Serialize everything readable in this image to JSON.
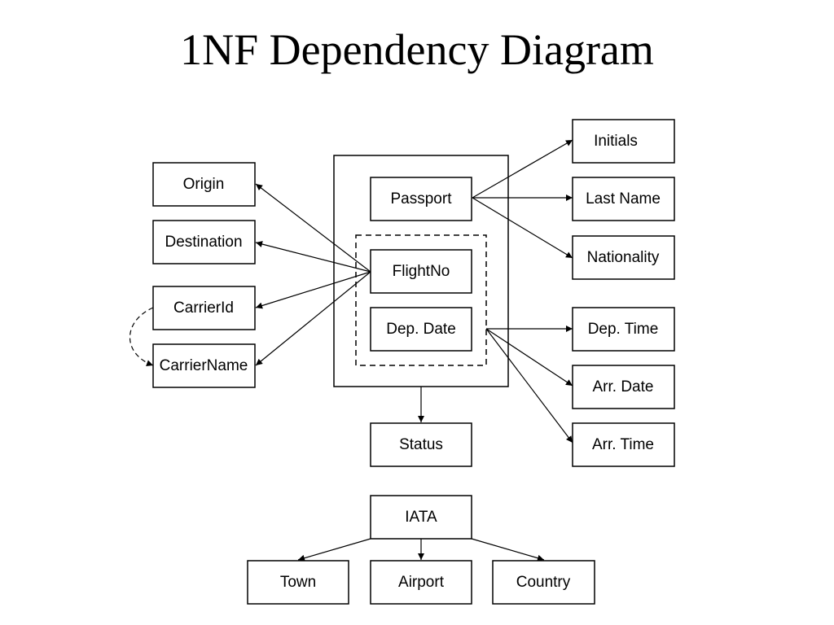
{
  "title": "1NF Dependency Diagram",
  "colors": {
    "line": "#000000",
    "box_fill": "#ffffff",
    "background": "#ffffff"
  },
  "nodes": {
    "initials": "Initials",
    "last_name": "Last Name",
    "nationality": "Nationality",
    "passport": "Passport",
    "flight_no": "FlightNo",
    "dep_date": "Dep. Date",
    "origin": "Origin",
    "destination": "Destination",
    "carrier_id": "CarrierId",
    "carrier_name": "CarrierName",
    "dep_time": "Dep. Time",
    "arr_date": "Arr. Date",
    "arr_time": "Arr. Time",
    "status": "Status",
    "iata": "IATA",
    "town": "Town",
    "airport": "Airport",
    "country": "Country"
  }
}
